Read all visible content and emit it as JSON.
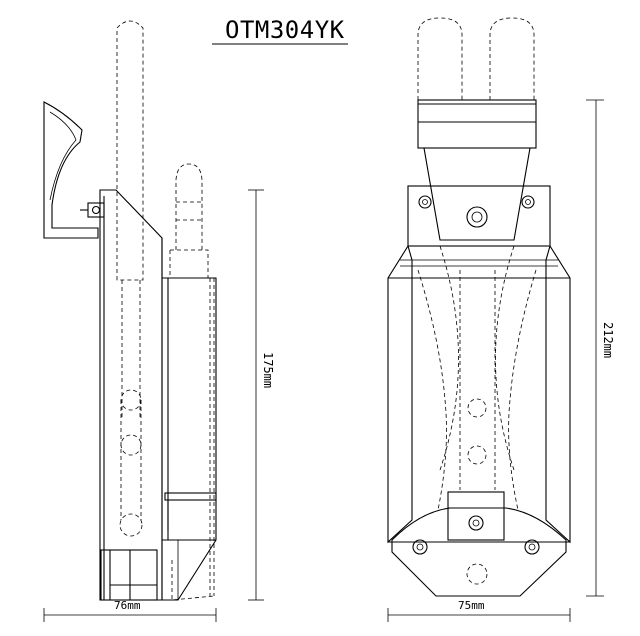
{
  "title": "OTM304YK",
  "dimensions": {
    "side_height": "175mm",
    "side_width": "76mm",
    "front_width": "75mm",
    "front_height": "212mm"
  }
}
